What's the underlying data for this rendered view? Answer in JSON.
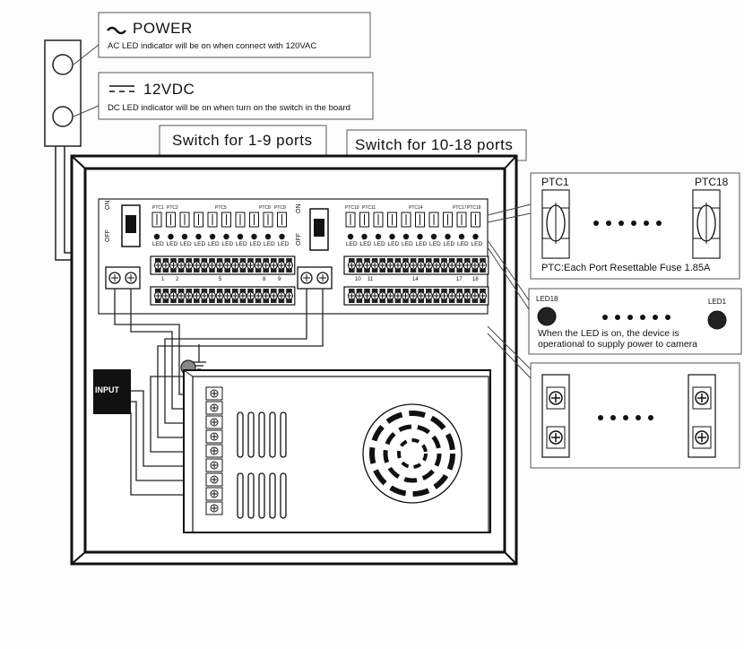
{
  "callouts": {
    "power": {
      "title": "POWER",
      "description": "AC LED indicator will be on when connect with 120VAC"
    },
    "dc": {
      "title": "12VDC",
      "description": "DC LED indicator will be on when turn on the switch in the board"
    },
    "switch_1_9": "Switch for 1-9 ports",
    "switch_10_18": "Switch for 10-18 ports",
    "ptc": {
      "left_label": "PTC1",
      "right_label": "PTC18",
      "caption": "PTC:Each Port Resettable Fuse 1.85A"
    },
    "led": {
      "left_label": "LED18",
      "right_label": "LED1",
      "caption_line1": "When the LED is on, the device is",
      "caption_line2": "operational to supply power to camera"
    }
  },
  "board": {
    "switch_on": "ON",
    "switch_off": "OFF",
    "input_label": "INPUT",
    "ptc_labels_left": [
      "PTC1",
      "PTC2",
      "PTC5",
      "PTC8",
      "PTC9"
    ],
    "ptc_labels_right": [
      "PTC10",
      "PTC11",
      "PTC14",
      "PTC17",
      "PTC18"
    ],
    "led_label": "LED",
    "port_numbers_left": [
      "1",
      "2",
      "5",
      "8",
      "9"
    ],
    "port_numbers_right": [
      "10",
      "11",
      "14",
      "17",
      "18"
    ]
  }
}
